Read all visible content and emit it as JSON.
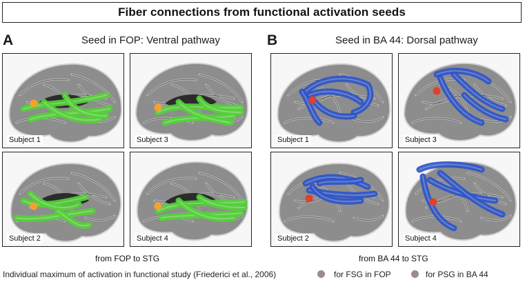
{
  "title": "Fiber connections from functional activation seeds",
  "panel_a": {
    "letter": "A",
    "heading": "Seed in FOP: Ventral pathway",
    "caption": "from FOP to STG",
    "tract_color": "#55d13a",
    "seed_color": "#f3a32c",
    "tiles": [
      {
        "label": "Subject 1"
      },
      {
        "label": "Subject 3"
      },
      {
        "label": "Subject 2"
      },
      {
        "label": "Subject 4"
      }
    ]
  },
  "panel_b": {
    "letter": "B",
    "heading": "Seed in BA 44: Dorsal pathway",
    "caption": "from BA 44 to STG",
    "tract_color": "#2f55c8",
    "seed_color": "#e0402c",
    "tiles": [
      {
        "label": "Subject 1"
      },
      {
        "label": "Subject 3"
      },
      {
        "label": "Subject 2"
      },
      {
        "label": "Subject 4"
      }
    ]
  },
  "legend": {
    "text": "Individual maximum of activation in functional study (Friederici et al., 2006)",
    "item1": "for FSG in FOP",
    "item2": "for PSG in BA 44",
    "dot_color": "#9a8c87"
  }
}
